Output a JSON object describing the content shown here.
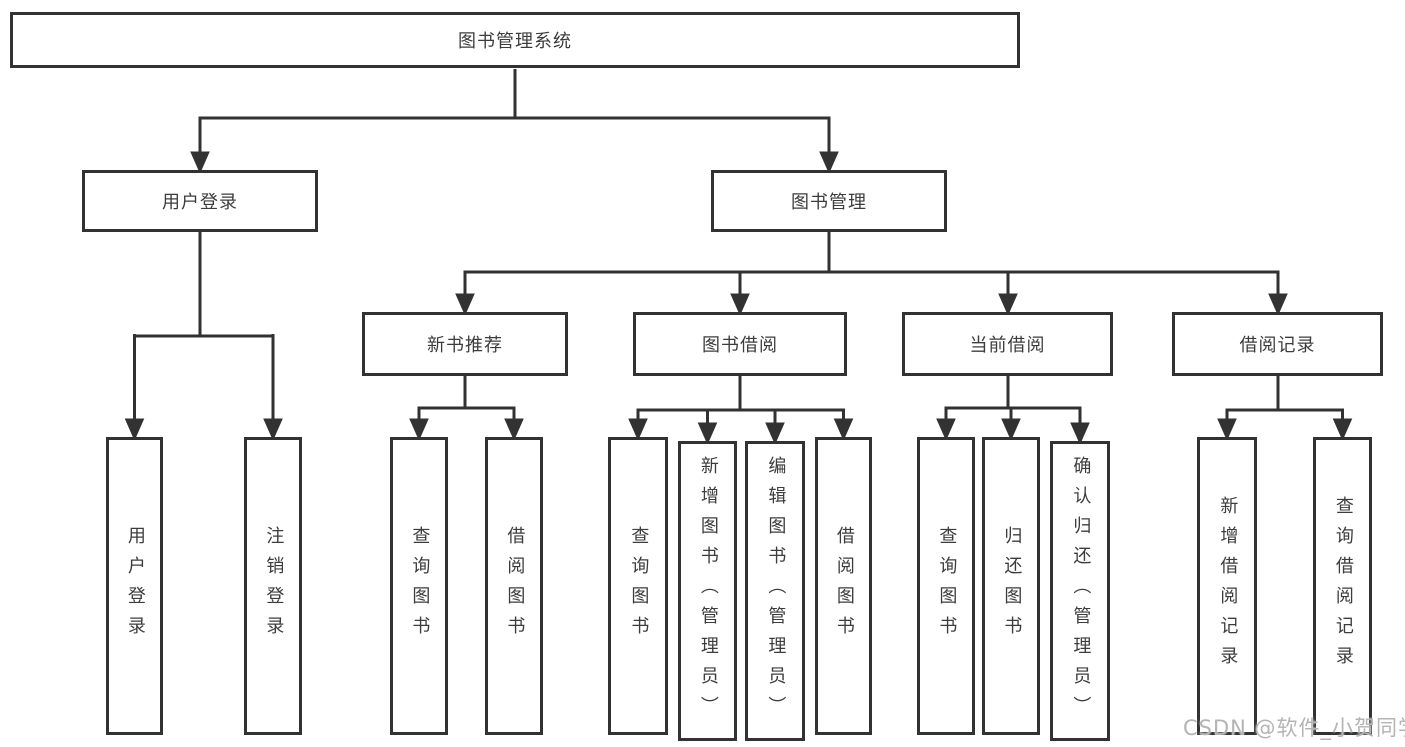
{
  "diagram": {
    "root": {
      "label": "图书管理系统"
    },
    "branches": [
      {
        "label": "用户登录",
        "children": [
          {
            "label": "用户登录"
          },
          {
            "label": "注销登录"
          }
        ]
      },
      {
        "label": "图书管理",
        "children": [
          {
            "label": "新书推荐",
            "children": [
              {
                "label": "查询图书"
              },
              {
                "label": "借阅图书"
              }
            ]
          },
          {
            "label": "图书借阅",
            "children": [
              {
                "label": "查询图书"
              },
              {
                "label": "新增图书（管理员）"
              },
              {
                "label": "编辑图书（管理员）"
              },
              {
                "label": "借阅图书"
              }
            ]
          },
          {
            "label": "当前借阅",
            "children": [
              {
                "label": "查询图书"
              },
              {
                "label": "归还图书"
              },
              {
                "label": "确认归还（管理员）"
              }
            ]
          },
          {
            "label": "借阅记录",
            "children": [
              {
                "label": "新增借阅记录"
              },
              {
                "label": "查询借阅记录"
              }
            ]
          }
        ]
      }
    ]
  },
  "watermark": {
    "text": "CSDN @软件_小贺同学"
  },
  "colors": {
    "line": "#323232",
    "text": "#3c3c3c",
    "background": "#ffffff",
    "watermark": "#b4b4b4"
  }
}
